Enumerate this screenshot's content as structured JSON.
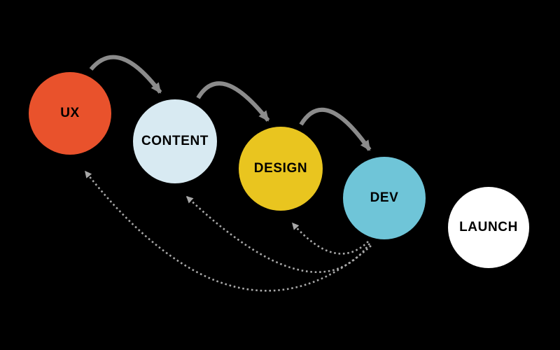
{
  "diagram": {
    "nodes": [
      {
        "id": "ux",
        "label": "UX",
        "color": "#E9522C"
      },
      {
        "id": "content",
        "label": "CONTENT",
        "color": "#D8EAF2"
      },
      {
        "id": "design",
        "label": "DESIGN",
        "color": "#E9C51F"
      },
      {
        "id": "dev",
        "label": "DEV",
        "color": "#6FC5D8"
      },
      {
        "id": "launch",
        "label": "LAUNCH",
        "color": "#FFFFFF"
      }
    ],
    "flows": {
      "forward": [
        {
          "from": "UX",
          "to": "CONTENT",
          "style": "solid-arrow"
        },
        {
          "from": "CONTENT",
          "to": "DESIGN",
          "style": "solid-arrow"
        },
        {
          "from": "DESIGN",
          "to": "DEV",
          "style": "solid-arrow"
        }
      ],
      "feedback": [
        {
          "from": "DEV",
          "to": "DESIGN",
          "style": "dotted-arrow"
        },
        {
          "from": "DEV",
          "to": "CONTENT",
          "style": "dotted-arrow"
        },
        {
          "from": "DEV",
          "to": "UX",
          "style": "dotted-arrow"
        }
      ]
    },
    "colors": {
      "background": "#000000",
      "solid_arrow": "#8B8B8B",
      "dotted_arrow": "#A8A8A8",
      "label_text": "#000000"
    }
  }
}
